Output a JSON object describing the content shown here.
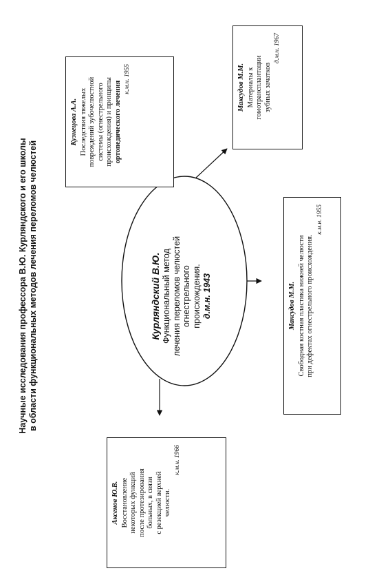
{
  "title": {
    "line1": "Научные исследования профессора В.Ю. Курляндского и его школы",
    "line2": "в области функциональных методов лечения переломов челюстей"
  },
  "center": {
    "author": "Курляндский В.Ю.",
    "line1": "Функциональный метод",
    "line2": "лечения переломов челюстей",
    "line3": "огнестрельного",
    "line4": "происхождения.",
    "degree": "д.м.н. 1943"
  },
  "boxes": {
    "kuznetsova": {
      "author": "Кузнецова А.А.",
      "line1": "Последствия тяжелых",
      "line2": "повреждений зубочелюстной",
      "line3": "системы (огнестрельного",
      "line4": "происхождения) и принципы",
      "line5": "ортопедического лечения",
      "degree": "к.м.н. 1955"
    },
    "maksudov_transplant": {
      "author": "Максудов М.М.",
      "line1": "Материалы к",
      "line2": "гомотрансплантации",
      "line3": "зубных зачатков",
      "degree": "д.м.н. 1967"
    },
    "maksudov_plastic": {
      "author": "Максудов М.М.",
      "line1": "Свободная костная пластика нижней челюсти",
      "line2": "при дефектах огнестрельного происхождения.",
      "degree": "к.м.н. 1955"
    },
    "aksenov": {
      "author": "Аксенов Ю.В.",
      "line1": "Восстановление",
      "line2": "некоторых функций",
      "line3": "после протезирования",
      "line4": "больных, в связи",
      "line5": "с резекцией верхней",
      "line6": "челюсти.",
      "degree": "к.м.н. 1966"
    }
  }
}
